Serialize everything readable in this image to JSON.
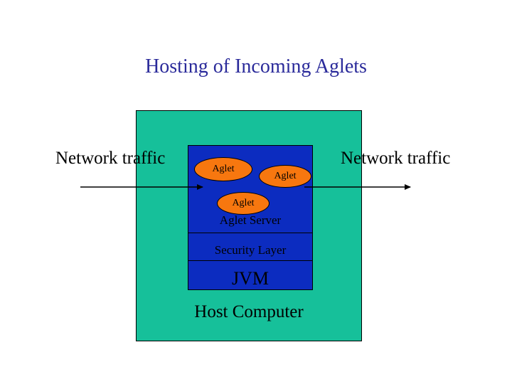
{
  "title": "Hosting of Incoming Aglets",
  "network_traffic_in": "Network traffic",
  "network_traffic_out": "Network traffic",
  "aglets": [
    "Aglet",
    "Aglet",
    "Aglet"
  ],
  "layers": {
    "server": "Aglet Server",
    "security": "Security Layer",
    "jvm": "JVM",
    "host": "Host Computer"
  },
  "colors": {
    "title": "#2a2a9a",
    "host_box": "#16c09a",
    "server_stack": "#0c2cc0",
    "aglet": "#f7770f"
  }
}
